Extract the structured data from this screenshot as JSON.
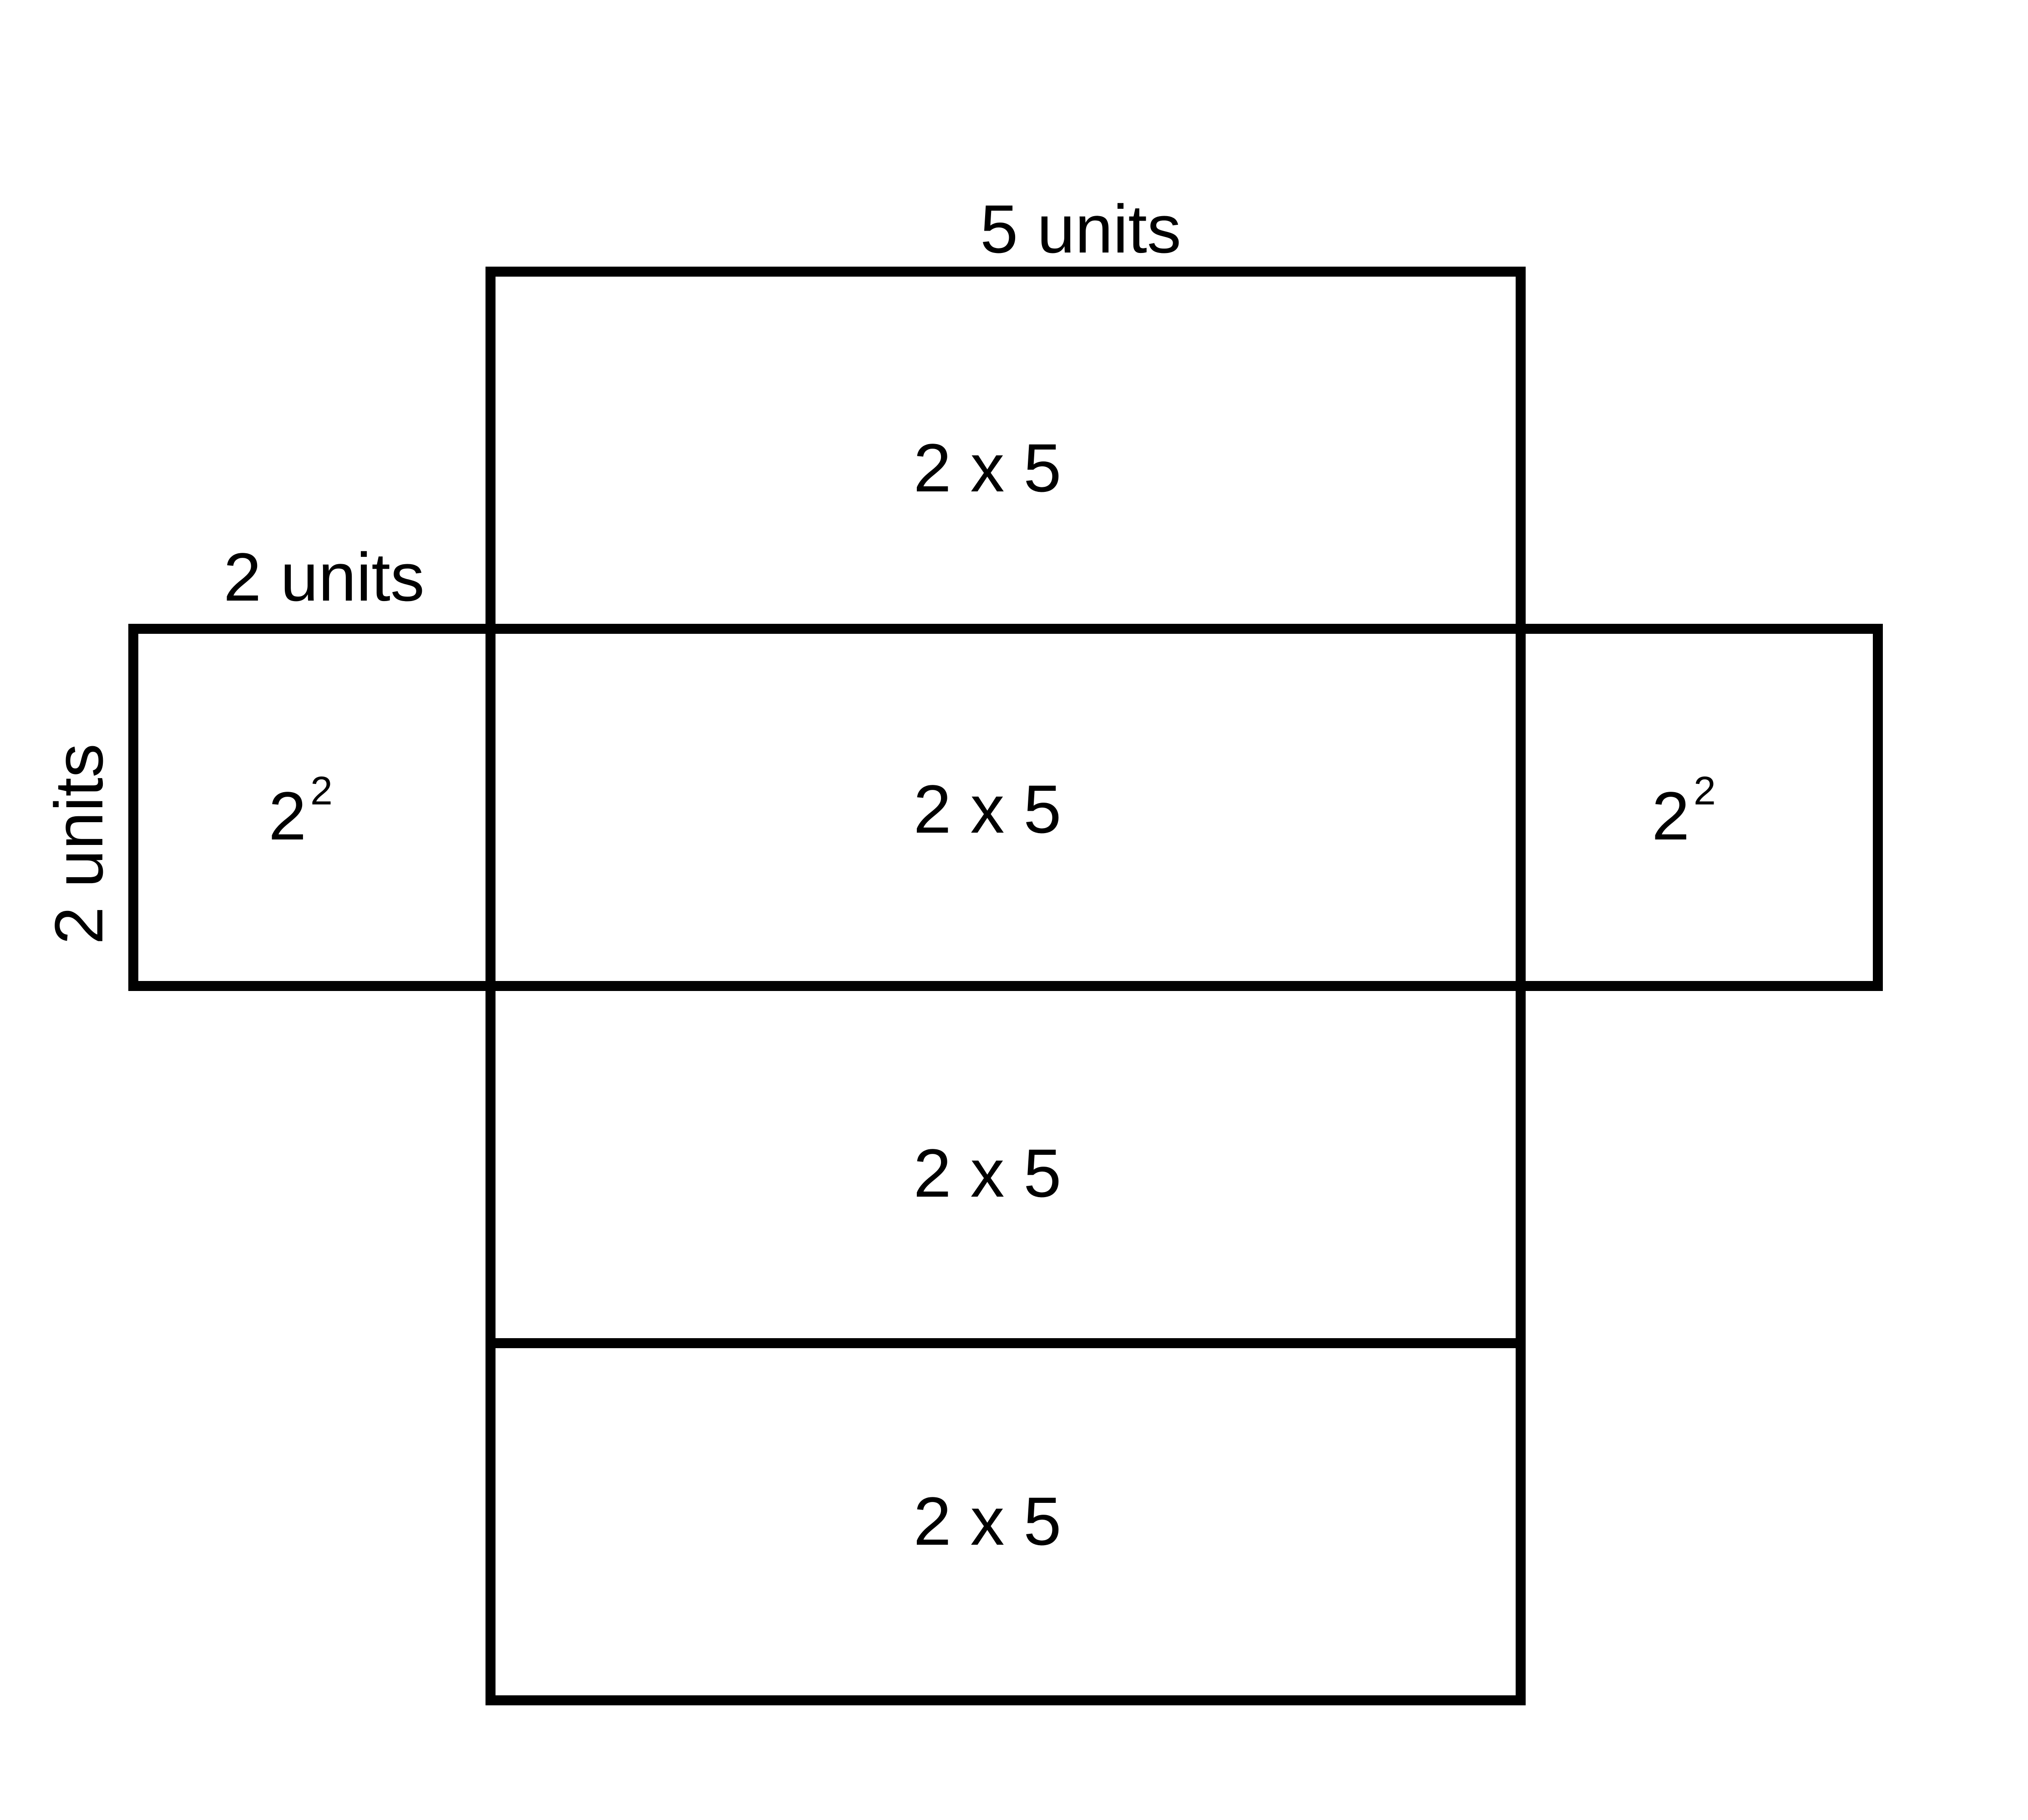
{
  "dimension_labels": {
    "top": "5 units",
    "side_top": "2 units",
    "side_left": "2 units"
  },
  "faces": {
    "top": "2 x 5",
    "middle": "2 x 5",
    "lower": "2 x 5",
    "bottom": "2 x 5",
    "left": {
      "base": "2",
      "exponent": "2"
    },
    "right": {
      "base": "2",
      "exponent": "2"
    }
  },
  "colors": {
    "stroke": "#000000",
    "background": "#ffffff"
  }
}
